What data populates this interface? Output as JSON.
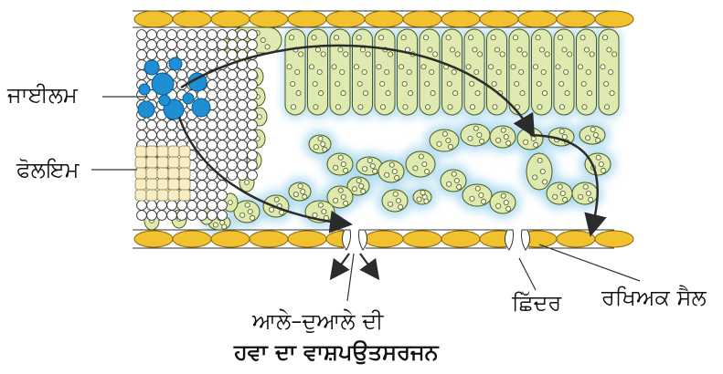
{
  "labels": {
    "xylem": "ਜਾਈਲਮ",
    "phloem": "ਫੋਲਇਮ",
    "stomata": "ਛਿੱਦਰ",
    "guard_cell": "ਰਖਿਅਕ ਸੈਲ",
    "transpiration_line1": "ਆਲੇ–ਦੁਆਲੇ ਦੀ",
    "transpiration_line2": "ਹਵਾ ਦਾ ਵਾਸ਼ਪਉਤਸਰਜਨ"
  },
  "colors": {
    "epidermis": "#f2c12e",
    "epidermis_outline": "#8a6a10",
    "mesophyll": "#dfeab0",
    "mesophyll_glow": "#9fd4ee",
    "xylem": "#1e8fd4",
    "phloem": "#f6eec8",
    "arrow": "#2b2b2b"
  }
}
